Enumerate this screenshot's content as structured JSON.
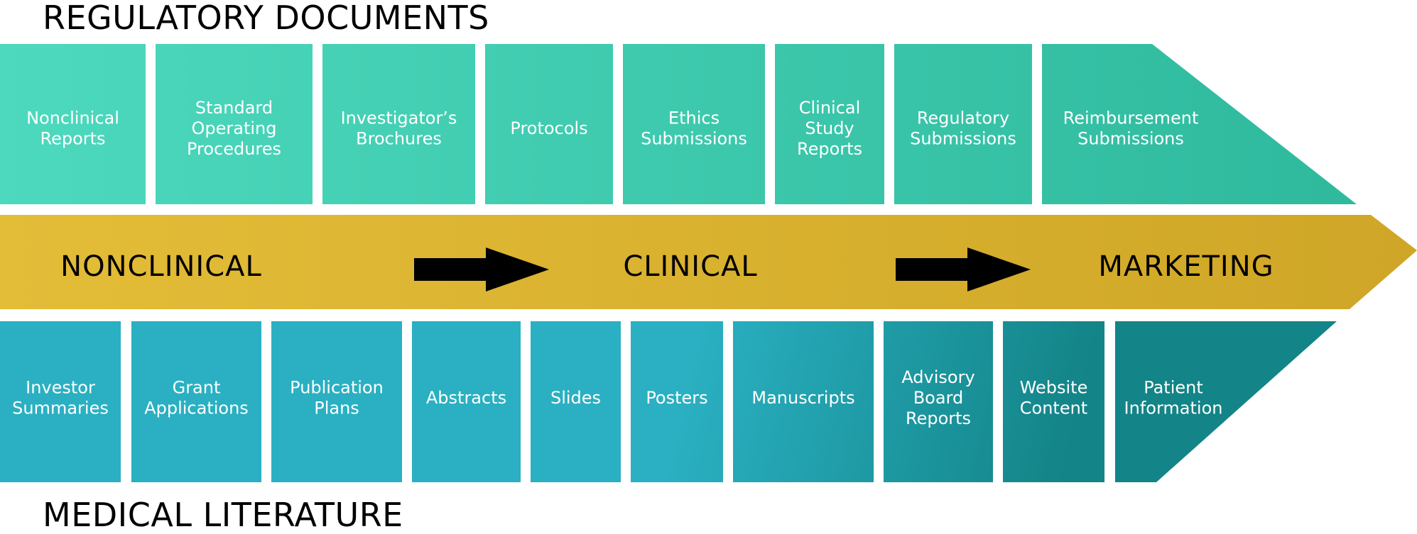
{
  "headings": {
    "top": "REGULATORY DOCUMENTS",
    "bottom": "MEDICAL LITERATURE"
  },
  "colors": {
    "regulatory_start": "#4dd9bd",
    "regulatory_end": "#2db89c",
    "stage_band_start": "#e3bd38",
    "stage_band_end": "#cfa627",
    "literature_start": "#2ab0c2",
    "literature_end": "#138487",
    "box_text": "#ffffff",
    "arrow": "#000000"
  },
  "regulatory_documents": [
    {
      "lines": [
        "Nonclinical",
        "Reports"
      ]
    },
    {
      "lines": [
        "Standard",
        "Operating",
        "Procedures"
      ]
    },
    {
      "lines": [
        "Investigator’s",
        "Brochures"
      ]
    },
    {
      "lines": [
        "Protocols"
      ]
    },
    {
      "lines": [
        "Ethics",
        "Submissions"
      ]
    },
    {
      "lines": [
        "Clinical",
        "Study",
        "Reports"
      ]
    },
    {
      "lines": [
        "Regulatory",
        "Submissions"
      ]
    },
    {
      "lines": [
        "Reimbursement",
        "Submissions"
      ]
    }
  ],
  "stages": [
    {
      "label": "NONCLINICAL"
    },
    {
      "label": "CLINICAL"
    },
    {
      "label": "MARKETING"
    }
  ],
  "stage_arrows": [
    {
      "icon": "right-arrow-icon"
    },
    {
      "icon": "right-arrow-icon"
    }
  ],
  "medical_literature": [
    {
      "lines": [
        "Investor",
        "Summaries"
      ]
    },
    {
      "lines": [
        "Grant",
        "Applications"
      ]
    },
    {
      "lines": [
        "Publication",
        "Plans"
      ]
    },
    {
      "lines": [
        "Abstracts"
      ]
    },
    {
      "lines": [
        "Slides"
      ]
    },
    {
      "lines": [
        "Posters"
      ]
    },
    {
      "lines": [
        "Manuscripts"
      ]
    },
    {
      "lines": [
        "Advisory",
        "Board",
        "Reports"
      ]
    },
    {
      "lines": [
        "Website",
        "Content"
      ]
    },
    {
      "lines": [
        "Patient",
        "Information"
      ]
    }
  ]
}
